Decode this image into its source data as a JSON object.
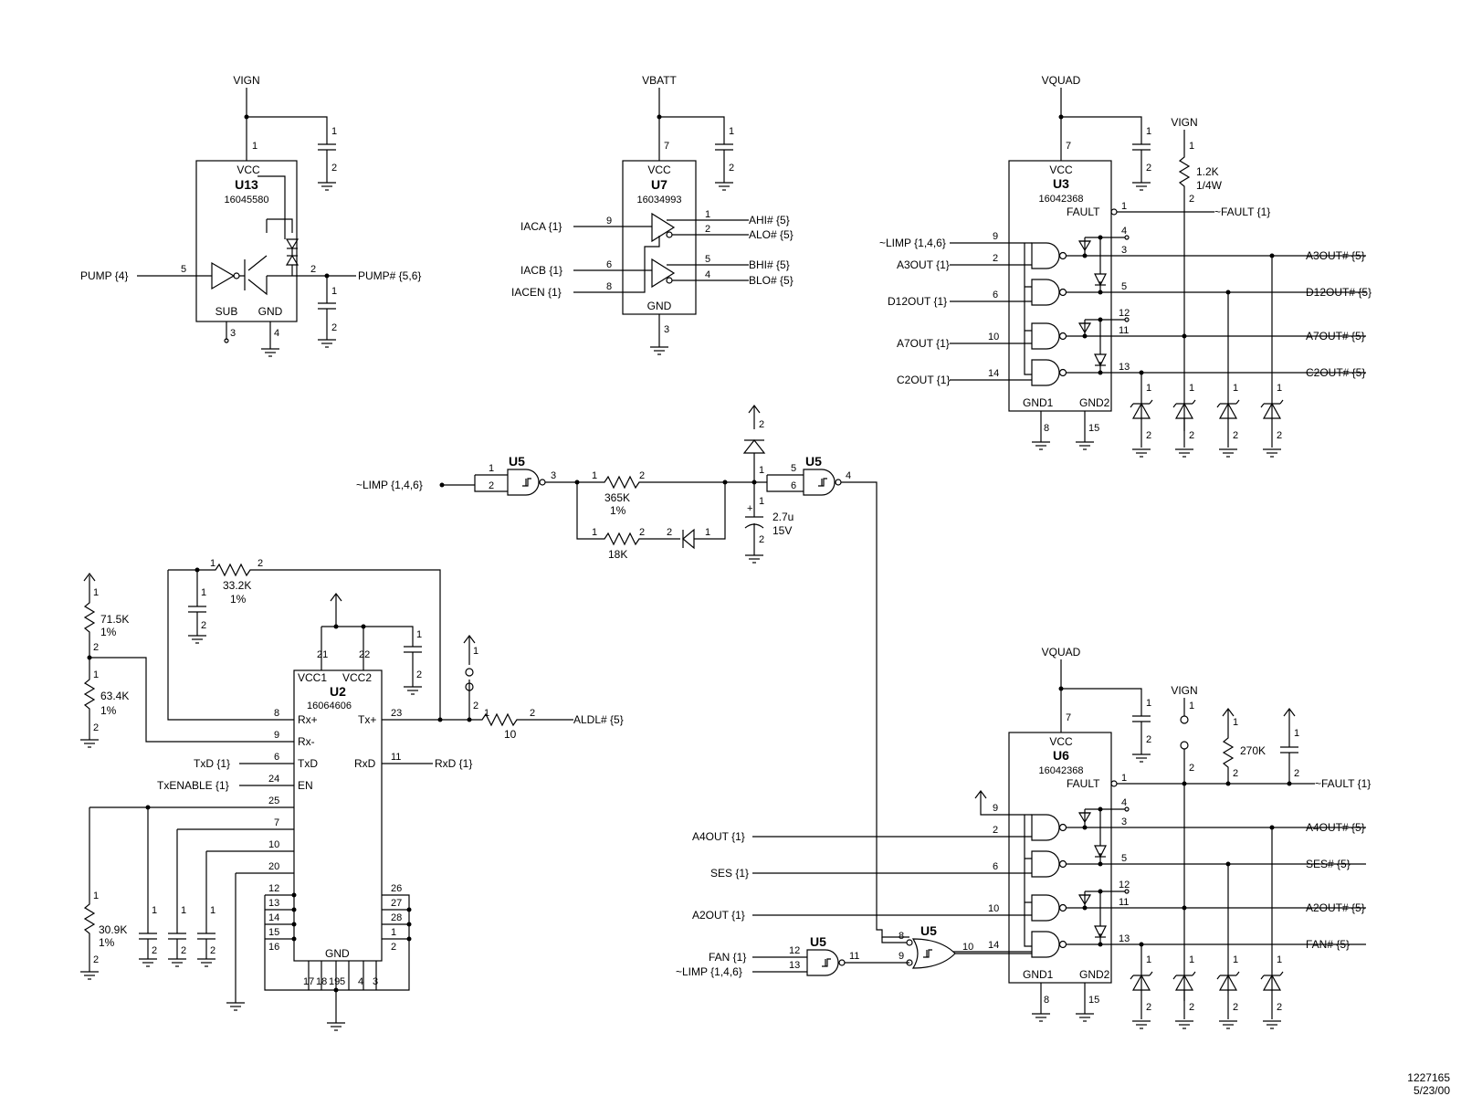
{
  "power_rails": {
    "vign_u13": "VIGN",
    "vbatt": "VBATT",
    "vquad_u3": "VQUAD",
    "vign_u3": "VIGN",
    "vquad_u6": "VQUAD",
    "vign_u6": "VIGN"
  },
  "u13": {
    "ref": "U13",
    "part": "16045580",
    "vcc": "VCC",
    "sub": "SUB",
    "gnd": "GND",
    "input": "PUMP {4}",
    "output": "PUMP# {5,6}",
    "pins": {
      "vcc": "1",
      "in": "5",
      "out": "2",
      "sub": "3",
      "gnd": "4"
    }
  },
  "u7": {
    "ref": "U7",
    "part": "16034993",
    "vcc": "VCC",
    "gnd": "GND",
    "inputs": [
      "IACA {1}",
      "IACB {1}",
      "IACEN {1}"
    ],
    "outputs": [
      "AHI# {5}",
      "ALO# {5}",
      "BHI# {5}",
      "BLO# {5}"
    ],
    "pins": {
      "vcc": "7",
      "iaca": "9",
      "iacb": "6",
      "iacen": "8",
      "ahi": "1",
      "alo": "2",
      "bhi": "5",
      "blo": "4",
      "gnd": "3"
    }
  },
  "u3": {
    "ref": "U3",
    "part": "16042368",
    "vcc": "VCC",
    "fault": "FAULT",
    "gnd1": "GND1",
    "gnd2": "GND2",
    "inputs": [
      "~LIMP {1,4,6}",
      "A3OUT {1}",
      "D12OUT {1}",
      "A7OUT {1}",
      "C2OUT {1}"
    ],
    "outputs": [
      "A3OUT# {5}",
      "D12OUT# {5}",
      "A7OUT# {5}",
      "C2OUT# {5}"
    ],
    "fault_net": "~FAULT {1}",
    "resistor": [
      "1.2K",
      "1/4W"
    ],
    "pins": {
      "vcc": "7",
      "fault": "1",
      "limp": "9",
      "a3": "2",
      "d12": "6",
      "a7": "10",
      "c2": "14",
      "p4": "4",
      "o3": "3",
      "o5": "5",
      "p12": "12",
      "o11": "11",
      "o13": "13",
      "g8": "8",
      "g15": "15"
    }
  },
  "u5_timer": {
    "gate_a": {
      "ref": "U5",
      "pins": [
        "1",
        "2",
        "3"
      ]
    },
    "gate_b": {
      "ref": "U5",
      "pins": [
        "5",
        "6",
        "4"
      ]
    },
    "input": "~LIMP {1,4,6}",
    "r1": [
      "365K",
      "1%"
    ],
    "r2": "18K",
    "cap": [
      "2.7u",
      "15V"
    ]
  },
  "u2": {
    "ref": "U2",
    "part": "16064606",
    "labels": [
      "VCC1",
      "VCC2",
      "Rx+",
      "Rx-",
      "TxD",
      "EN",
      "Tx+",
      "RxD",
      "GND"
    ],
    "inputs": [
      "TxD {1}",
      "TxENABLE {1}"
    ],
    "rxd_net": "RxD {1}",
    "aldl_net": "ALDL# {5}",
    "r_feedback": [
      "33.2K",
      "1%"
    ],
    "r_top": [
      "71.5K",
      "1%"
    ],
    "r_bot": [
      "63.4K",
      "1%"
    ],
    "r_bias": [
      "30.9K",
      "1%"
    ],
    "r_series": "10",
    "pins_left": [
      "8",
      "9",
      "6",
      "24",
      "25",
      "7",
      "10",
      "20",
      "12",
      "13",
      "14",
      "15",
      "16"
    ],
    "pins_right": [
      "23",
      "11",
      "26",
      "27",
      "28",
      "1",
      "2"
    ],
    "pins_top": [
      "21",
      "22"
    ],
    "pins_bottom": [
      "17",
      "18",
      "19",
      "5",
      "4",
      "3"
    ]
  },
  "u6": {
    "ref": "U6",
    "part": "16042368",
    "vcc": "VCC",
    "fault": "FAULT",
    "gnd1": "GND1",
    "gnd2": "GND2",
    "inputs": [
      "A4OUT {1}",
      "SES {1}",
      "A2OUT {1}"
    ],
    "outputs": [
      "A4OUT# {5}",
      "SES# {5}",
      "A2OUT# {5}",
      "FAN# {5}"
    ],
    "fault_net": "~FAULT {1}",
    "resistor": "270K",
    "pins": {
      "vcc": "7",
      "fault": "1",
      "p9": "9",
      "a4": "2",
      "ses": "6",
      "a2": "10",
      "fan": "14",
      "p4": "4",
      "o3": "3",
      "o5": "5",
      "p12": "12",
      "o11": "11",
      "o13": "13",
      "g8": "8",
      "g15": "15"
    }
  },
  "u5_fan": {
    "nand": {
      "ref": "U5",
      "pins": [
        "12",
        "13",
        "11"
      ]
    },
    "or": {
      "ref": "U5",
      "pins": [
        "8",
        "9",
        "10"
      ]
    },
    "inputs": [
      "FAN {1}",
      "~LIMP {1,4,6}"
    ]
  },
  "footer": {
    "drawing_no": "1227165",
    "date": "5/23/00"
  }
}
